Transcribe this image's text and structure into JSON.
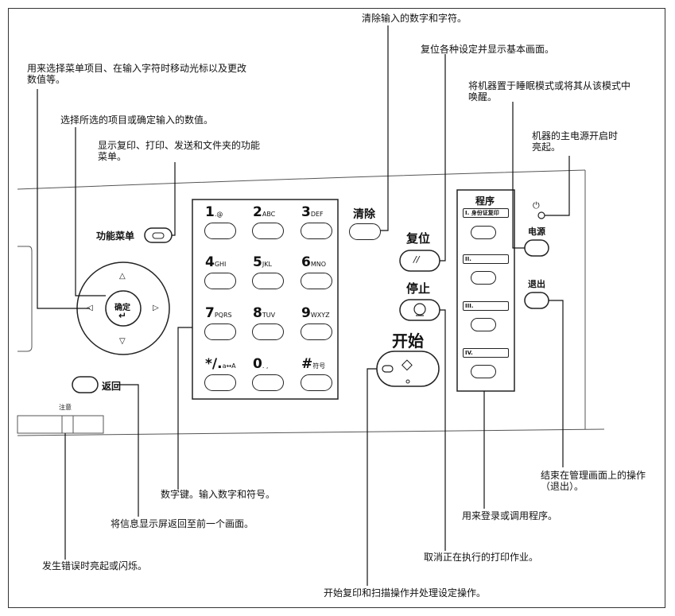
{
  "callouts": {
    "clear": "清除输入的数字和字符。",
    "reset": "复位各种设定并显示基本画面。",
    "cursor": "用来选择菜单项目、在输入字符时移动光标以及更改\n数值等。",
    "sleep": "将机器置于睡眠模式或将其从该模式中\n唤醒。",
    "enter": "选择所选的项目或确定输入的数值。",
    "power": "机器的主电源开启时\n亮起。",
    "function_menu": "显示复印、打印、发送和文件夹的功能\n菜单。",
    "logout": "结束在管理画面上的操作\n（退出）。",
    "numeric": "数字键。输入数字和符号。",
    "program": "用来登录或调用程序。",
    "back": "将信息显示屏返回至前一个画面。",
    "stop": "取消正在执行的打印作业。",
    "attention": "发生错误时亮起或闪烁。",
    "start": "开始复印和扫描操作并处理设定操作。"
  },
  "panel": {
    "function_menu_label": "功能菜单",
    "enter_label": "确定",
    "enter_symbol": "↵",
    "back_label": "返回",
    "attention_label": "注意",
    "clear_label": "清除",
    "reset_label": "复位",
    "reset_symbol": "//",
    "stop_label": "停止",
    "start_label": "开始",
    "start_symbol": "◇",
    "program_title": "程序",
    "program_slots": [
      "I. 身份证复印",
      "II.",
      "III.",
      "IV."
    ],
    "power_label": "电源",
    "logout_label": "退出",
    "arrows": {
      "up": "△",
      "down": "▽",
      "left": "◁",
      "right": "▷"
    }
  },
  "keypad": [
    {
      "digit": "1",
      "sub": ".@"
    },
    {
      "digit": "2",
      "sub": "ABC"
    },
    {
      "digit": "3",
      "sub": "DEF"
    },
    {
      "digit": "4",
      "sub": "GHI"
    },
    {
      "digit": "5",
      "sub": "JKL"
    },
    {
      "digit": "6",
      "sub": "MNO"
    },
    {
      "digit": "7",
      "sub": "PQRS"
    },
    {
      "digit": "8",
      "sub": "TUV"
    },
    {
      "digit": "9",
      "sub": "WXYZ"
    },
    {
      "digit": "*/.",
      "sub": "a↔A"
    },
    {
      "digit": "0",
      "sub": ". ,"
    },
    {
      "digit": "#",
      "sub": "符号"
    }
  ]
}
